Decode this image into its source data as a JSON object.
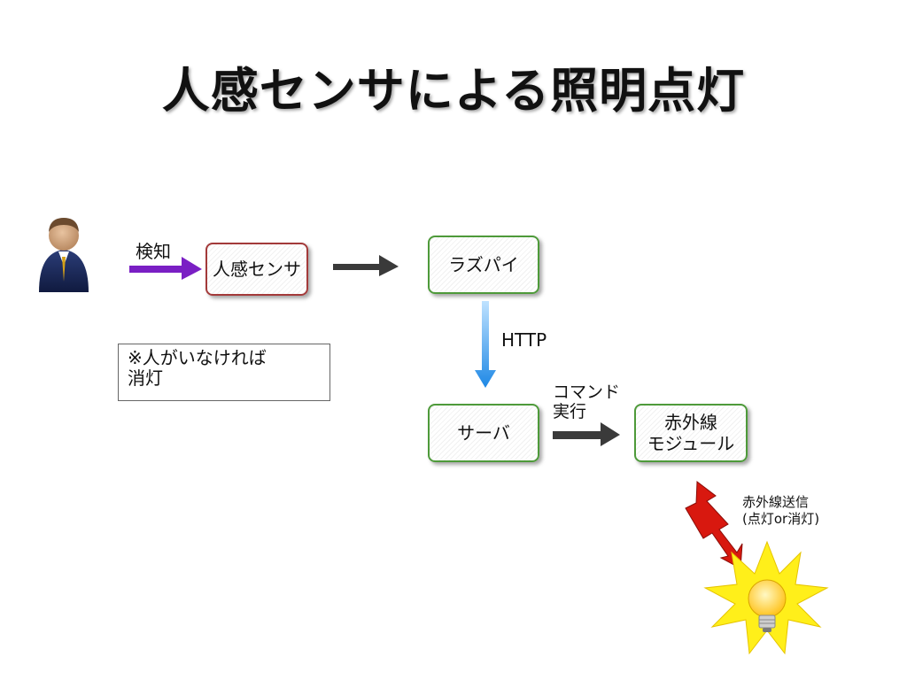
{
  "title": "人感センサによる照明点灯",
  "nodes": {
    "sensor": "人感センサ",
    "raspi": "ラズパイ",
    "server": "サーバ",
    "ir_module_line1": "赤外線",
    "ir_module_line2": "モジュール"
  },
  "edge_labels": {
    "detect": "検知",
    "http": "HTTP",
    "command_line1": "コマンド",
    "command_line2": "実行",
    "ir_send_line1": "赤外線送信",
    "ir_send_line2": "(点灯or消灯)"
  },
  "note": {
    "line1": "※人がいなければ",
    "line2": "消灯"
  },
  "colors": {
    "detect_arrow": "#7a1fc4",
    "http_arrow": "#1e88e5",
    "dark_arrow": "#3a3a3a",
    "lightning": "#d8180f",
    "sensor_border": "#a33a3a",
    "node_border": "#4e9a3a",
    "burst": "#ffef1a",
    "bulb": "#ffd54a"
  },
  "icons": {
    "person": "person-icon",
    "lightning": "lightning-icon",
    "bulb": "light-bulb-icon"
  }
}
